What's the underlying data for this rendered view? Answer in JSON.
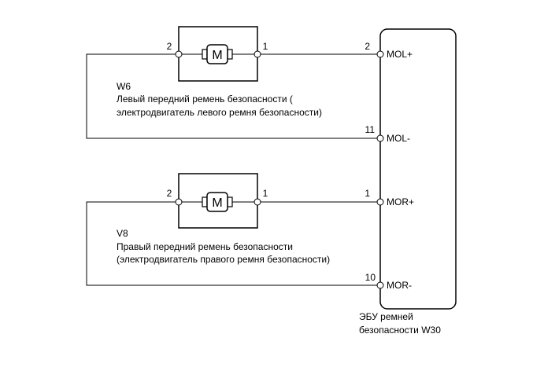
{
  "motor_left": {
    "code": "W6",
    "name_line1": "Левый передний ремень безопасности (",
    "name_line2": "электродвигатель левого ремня безопасности)",
    "pin_a": "2",
    "pin_b": "1",
    "symbol": "M"
  },
  "motor_right": {
    "code": "V8",
    "name_line1": "Правый передний ремень безопасности",
    "name_line2": "(электродвигатель правого ремня безопасности)",
    "pin_a": "2",
    "pin_b": "1",
    "symbol": "M"
  },
  "ecu": {
    "label_line1": "ЭБУ ремней",
    "label_line2": "безопасности W30",
    "terminals": [
      {
        "pin": "2",
        "name": "MOL+"
      },
      {
        "pin": "11",
        "name": "MOL-"
      },
      {
        "pin": "1",
        "name": "MOR+"
      },
      {
        "pin": "10",
        "name": "MOR-"
      }
    ]
  },
  "icons": {
    "motor": "dc-motor-icon",
    "connector": "connector-pin-icon"
  }
}
